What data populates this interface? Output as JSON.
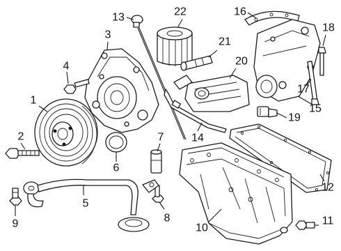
{
  "callouts": {
    "c1": "1",
    "c2": "2",
    "c3": "3",
    "c4": "4",
    "c5": "5",
    "c6": "6",
    "c7": "7",
    "c8": "8",
    "c9": "9",
    "c10": "10",
    "c11": "11",
    "c12": "12",
    "c13": "13",
    "c14": "14",
    "c15": "15",
    "c16": "16",
    "c17": "17",
    "c18": "18",
    "c19": "19",
    "c20": "20",
    "c21": "21",
    "c22": "22"
  },
  "colors": {
    "line": "#1a1a1a",
    "background": "#ffffff"
  }
}
